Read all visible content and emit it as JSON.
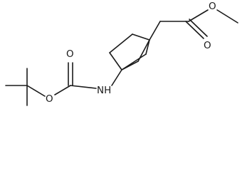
{
  "molecule": {
    "atoms": {
      "O_carbonyl_boc": "O",
      "O_ester_boc": "O",
      "N_amine": "NH",
      "O_ester_methyl": "O",
      "O_carbonyl_ester": "O"
    }
  }
}
